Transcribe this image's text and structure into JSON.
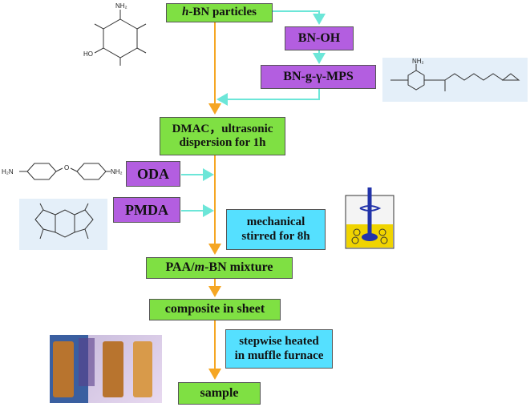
{
  "colors": {
    "green": "#7fe043",
    "purple": "#b35ee0",
    "cyan": "#55e0ff",
    "orange": "#f5a623",
    "teal": "#6ce6d8"
  },
  "steps": {
    "hbn_prefix": "h",
    "hbn_rest": "-BN particles",
    "bnoh": "BN-OH",
    "bngmps": "BN-g-γ-MPS",
    "dmac_line1": "DMAC，ultrasonic",
    "dmac_line2": "dispersion for 1h",
    "oda": "ODA",
    "pmda": "PMDA",
    "stir_line1": "mechanical",
    "stir_line2": "stirred for 8h",
    "paa_prefix": "PAA/",
    "paa_italic": "m",
    "paa_rest": "-BN mixture",
    "composite": "composite in sheet",
    "heat_line1": "stepwise heated",
    "heat_line2": "in muffle furnace",
    "sample": "sample"
  },
  "structures": {
    "hbn_nh2": "NH₂",
    "hbn_oh": "HO",
    "oda_left": "H₂N",
    "oda_right": "NH₂",
    "oda_bridge": "O",
    "mps_nh2": "NH₂"
  }
}
